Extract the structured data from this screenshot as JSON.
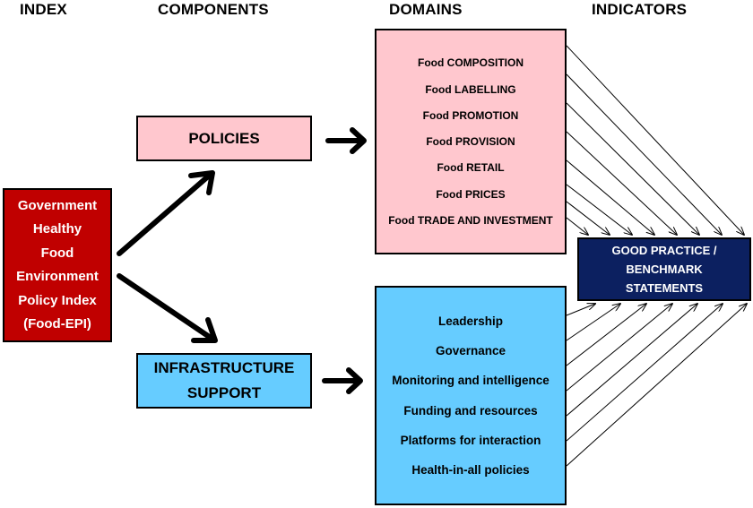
{
  "headers": {
    "index": "INDEX",
    "components": "COMPONENTS",
    "domains": "DOMAINS",
    "indicators": "INDICATORS"
  },
  "index_box": {
    "lines": [
      "Government",
      "Healthy",
      "Food",
      "Environment",
      "Policy Index",
      "(Food-EPI)"
    ]
  },
  "components": {
    "policies": "POLICIES",
    "infrastructure": [
      "INFRASTRUCTURE",
      "SUPPORT"
    ]
  },
  "domains": {
    "policy_domains": [
      "Food COMPOSITION",
      "Food LABELLING",
      "Food PROMOTION",
      "Food PROVISION",
      "Food RETAIL",
      "Food PRICES",
      "Food TRADE AND INVESTMENT"
    ],
    "infrastructure_domains": [
      "Leadership",
      "Governance",
      "Monitoring and intelligence",
      "Funding and resources",
      "Platforms for interaction",
      "Health-in-all policies"
    ]
  },
  "indicators": {
    "lines": [
      "GOOD PRACTICE /",
      "BENCHMARK",
      "STATEMENTS"
    ]
  },
  "colors": {
    "index_fill": "#c00000",
    "policy_fill": "#ffc7ce",
    "infrastructure_fill": "#66ccff",
    "indicator_fill": "#0c2060"
  }
}
